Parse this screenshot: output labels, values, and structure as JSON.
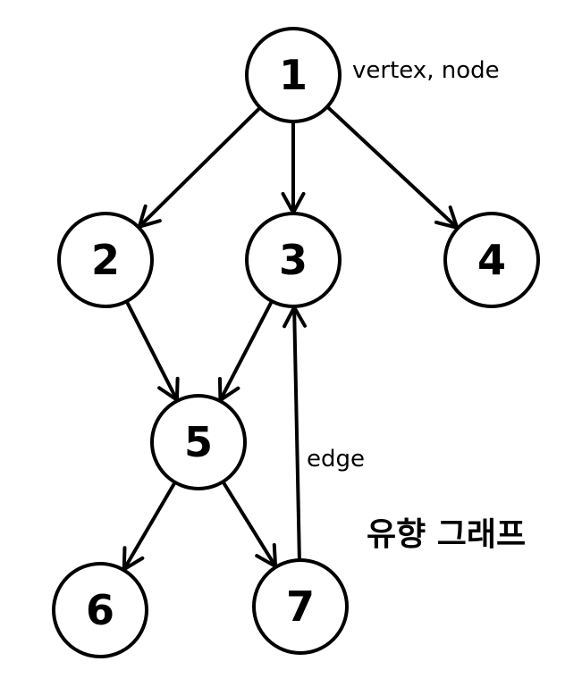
{
  "nodes": [
    {
      "id": "1",
      "label": "1"
    },
    {
      "id": "2",
      "label": "2"
    },
    {
      "id": "3",
      "label": "3"
    },
    {
      "id": "4",
      "label": "4"
    },
    {
      "id": "5",
      "label": "5"
    },
    {
      "id": "6",
      "label": "6"
    },
    {
      "id": "7",
      "label": "7"
    }
  ],
  "edges": [
    {
      "from": "1",
      "to": "2"
    },
    {
      "from": "1",
      "to": "3"
    },
    {
      "from": "1",
      "to": "4"
    },
    {
      "from": "2",
      "to": "5"
    },
    {
      "from": "3",
      "to": "5"
    },
    {
      "from": "5",
      "to": "6"
    },
    {
      "from": "5",
      "to": "7"
    },
    {
      "from": "7",
      "to": "3"
    }
  ],
  "annotations": {
    "vertex_note": "vertex, node",
    "edge_note": "edge"
  },
  "caption": "유향 그래프"
}
